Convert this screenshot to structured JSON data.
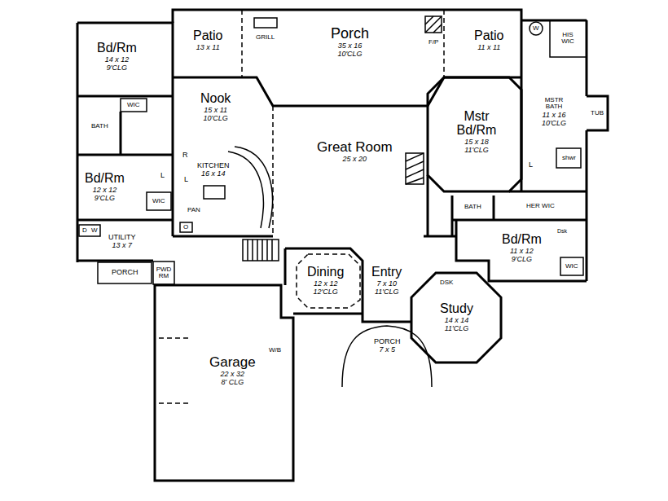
{
  "diagram": {
    "nodes": [
      {
        "text": [
          "Bd/Rm",
          "14 x 12",
          "9'CLG"
        ]
      },
      {
        "text": [
          "Patio",
          "13 x 11"
        ]
      },
      {
        "text": [
          "Porch",
          "35 x 16",
          "10'CLG"
        ]
      },
      {
        "text": [
          "Patio",
          "11 x 11"
        ]
      },
      {
        "text": [
          "HIS WIC"
        ]
      },
      {
        "text": [
          "Nook",
          "15 x 11",
          "10'CLG"
        ]
      },
      {
        "text": [
          "MSTR BATH",
          "11 x 16",
          "10'CLG"
        ]
      },
      {
        "text": [
          "Great Room",
          "25 x 20"
        ]
      },
      {
        "text": [
          "Mstr Bd/Rm",
          "15 x 18",
          "11'CLG"
        ]
      },
      {
        "text": [
          "BATH"
        ]
      },
      {
        "text": [
          "KITCHEN",
          "16 x 14"
        ]
      },
      {
        "text": [
          "Bd/Rm",
          "12 x 12",
          "9'CLG"
        ]
      },
      {
        "text": [
          "HER WIC"
        ]
      },
      {
        "text": [
          "UTILITY",
          "13 x 7"
        ]
      },
      {
        "text": [
          "Bd/Rm",
          "11 x 12",
          "9'CLG"
        ]
      },
      {
        "text": [
          "PORCH"
        ]
      },
      {
        "text": [
          "PWD RM"
        ]
      },
      {
        "text": [
          "Dining",
          "12 x 12",
          "12'CLG"
        ]
      },
      {
        "text": [
          "Entry",
          "7 x 10",
          "11'CLG"
        ]
      },
      {
        "text": [
          "Study",
          "14 x 14",
          "11'CLG"
        ]
      },
      {
        "text": [
          "PORCH",
          "7 x 5"
        ]
      },
      {
        "text": [
          "Garage",
          "22 x 32",
          "8' CLG"
        ]
      }
    ],
    "labels": [
      "WIC",
      "GRILL",
      "F/P",
      "W",
      "TUB",
      "shwr",
      "L",
      "WIC",
      "R",
      "L",
      "PAN",
      "O",
      "BATH",
      "Dsk",
      "WIC",
      "D",
      "W",
      "DSK",
      "W/B",
      "L"
    ]
  }
}
